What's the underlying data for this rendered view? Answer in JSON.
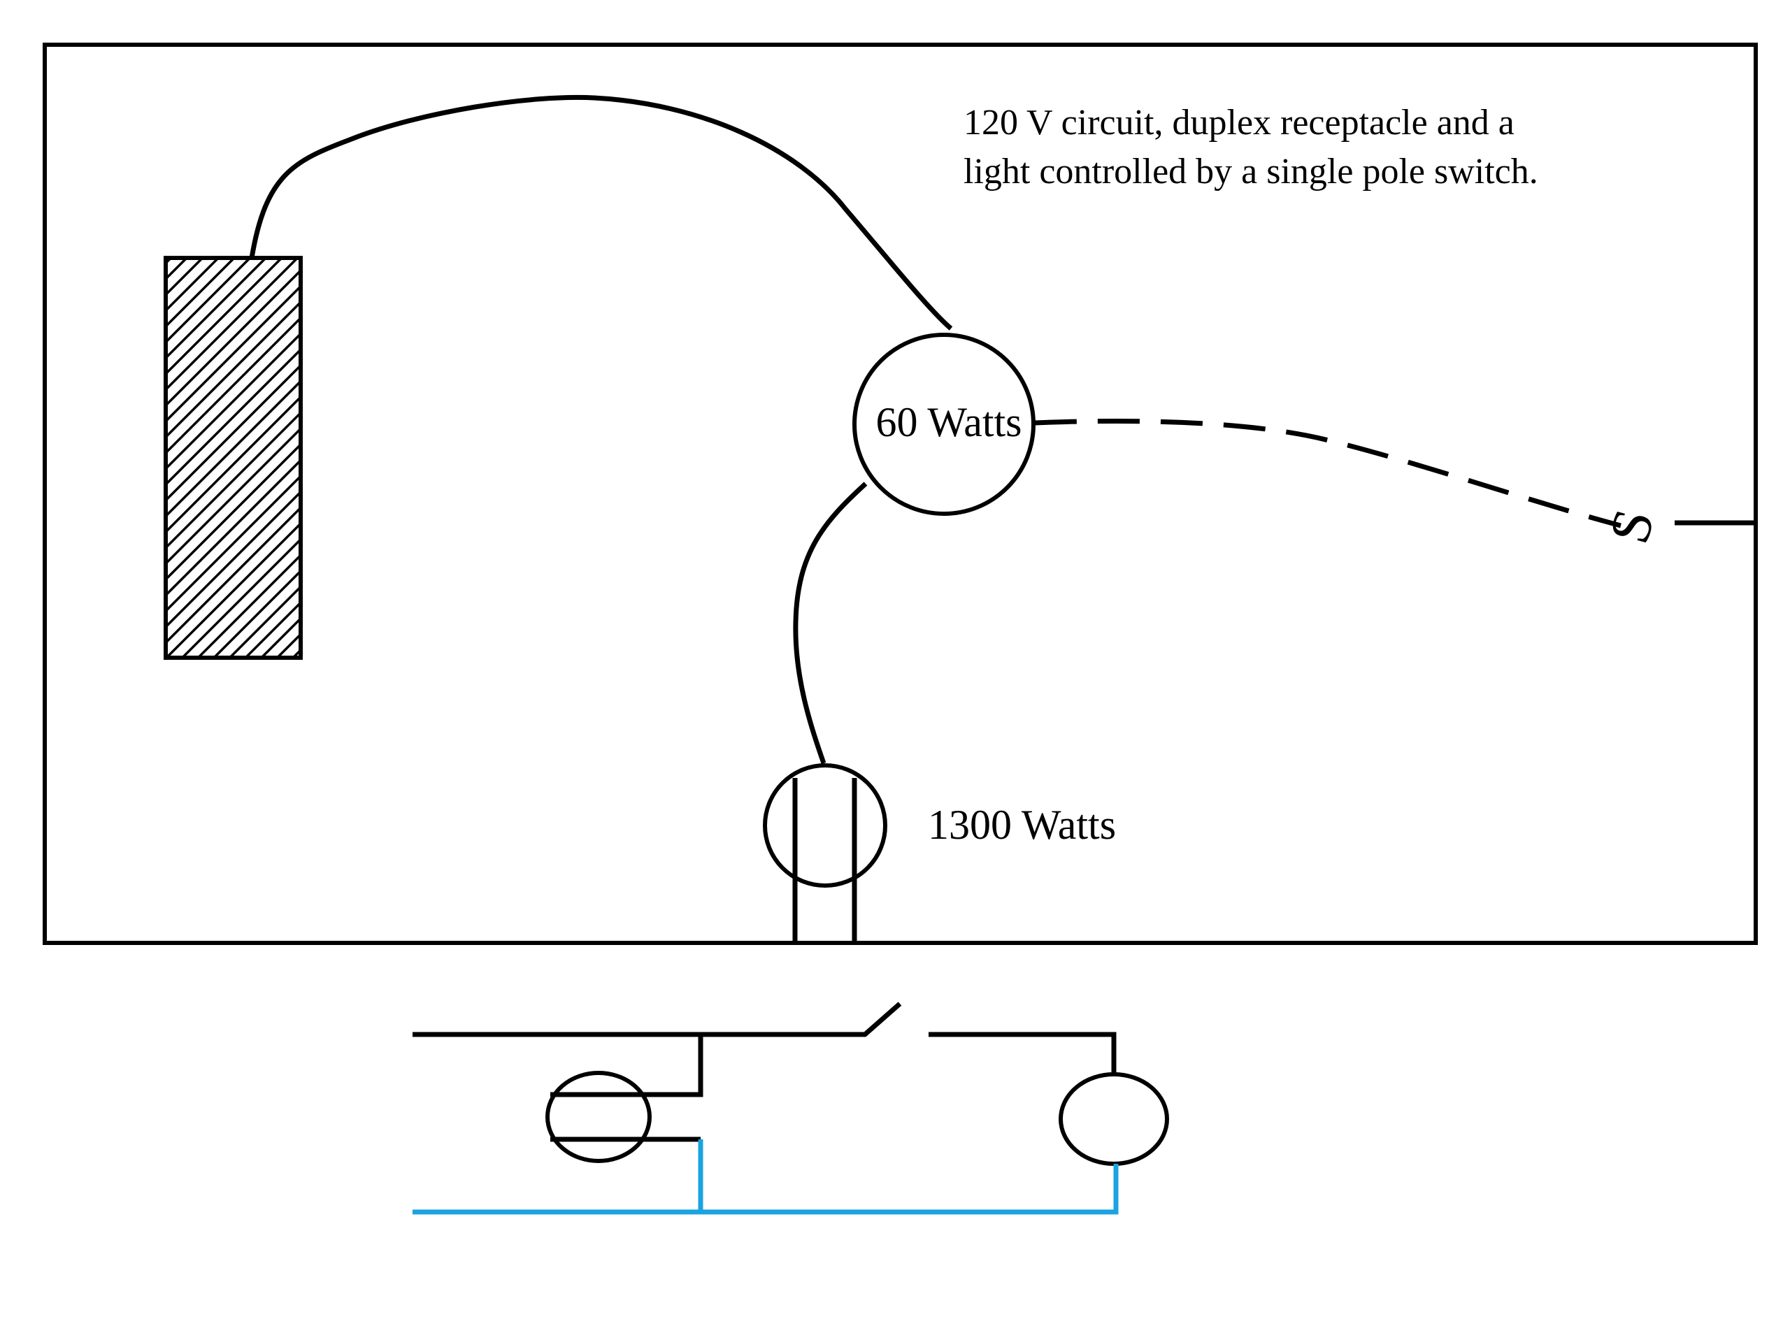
{
  "plan": {
    "description_lines": [
      "120 V circuit, duplex receptacle and a",
      "light controlled by a single pole switch."
    ],
    "light_label": "60 Watts",
    "receptacle_label": "1300 Watts",
    "switch_symbol": "S"
  },
  "colors": {
    "line": "#000000",
    "neutral_wire": "#1ba3e0",
    "background": "#ffffff"
  }
}
